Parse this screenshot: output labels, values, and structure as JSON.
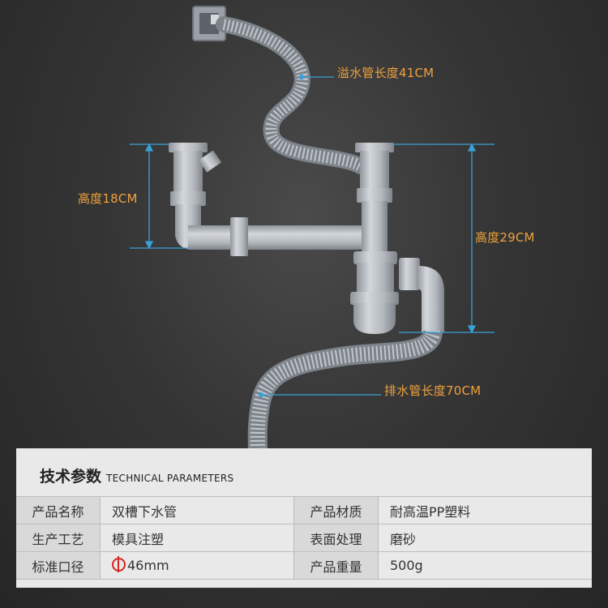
{
  "annotations": {
    "overflow_length": "溢水管长度41CM",
    "height_left": "高度18CM",
    "height_right": "高度29CM",
    "drain_length": "排水管长度70CM"
  },
  "colors": {
    "label": "#f0a13c",
    "dimension_line": "#3aa0d8",
    "pipe": "#b7bcc2",
    "phi_symbol": "#d7261f"
  },
  "specs": {
    "title_cn": "技术参数",
    "title_en": "TECHNICAL PARAMETERS",
    "rows": [
      {
        "label1": "产品名称",
        "value1": "双槽下水管",
        "label2": "产品材质",
        "value2": "耐高温PP塑料"
      },
      {
        "label1": "生产工艺",
        "value1": "模具注塑",
        "label2": "表面处理",
        "value2": "磨砂"
      },
      {
        "label1": "标准口径",
        "value1": "46mm",
        "label2": "产品重量",
        "value2": "500g"
      }
    ],
    "diameter_icon": "phi-symbol-icon"
  }
}
